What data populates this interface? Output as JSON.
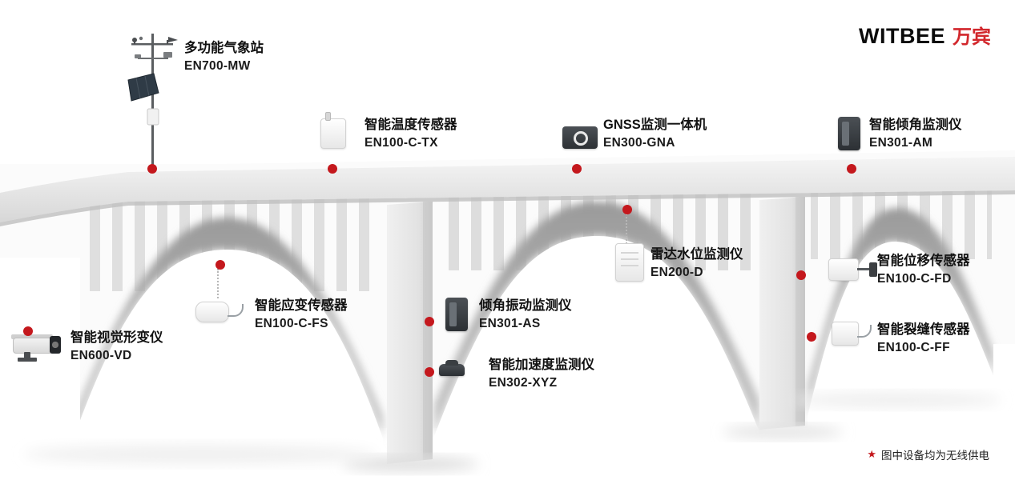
{
  "logo": {
    "brand_en": "WITBEE",
    "brand_cn": "万宾"
  },
  "footnote": {
    "star": "★",
    "text": "图中设备均为无线供电"
  },
  "devices": [
    {
      "name": "多功能气象站",
      "model": "EN700-MW"
    },
    {
      "name": "智能温度传感器",
      "model": "EN100-C-TX"
    },
    {
      "name": "GNSS监测一体机",
      "model": "EN300-GNA"
    },
    {
      "name": "智能倾角监测仪",
      "model": "EN301-AM"
    },
    {
      "name": "雷达水位监测仪",
      "model": "EN200-D"
    },
    {
      "name": "智能位移传感器",
      "model": "EN100-C-FD"
    },
    {
      "name": "智能应变传感器",
      "model": "EN100-C-FS"
    },
    {
      "name": "倾角振动监测仪",
      "model": "EN301-AS"
    },
    {
      "name": "智能视觉形变仪",
      "model": "EN600-VD"
    },
    {
      "name": "智能裂缝传感器",
      "model": "EN100-C-FF"
    },
    {
      "name": "智能加速度监测仪",
      "model": "EN302-XYZ"
    }
  ],
  "colors": {
    "marker_red": "#c4181d",
    "logo_red": "#d2272c",
    "text": "#121212"
  }
}
